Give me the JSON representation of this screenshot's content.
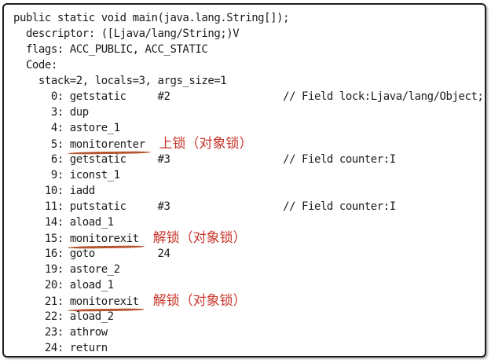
{
  "colors": {
    "annotation_text": "#c8352b",
    "underline": "#b5542e",
    "code_text": "#1b1b1b",
    "border": "#1c1c1c",
    "background": "#ffffff"
  },
  "code": {
    "language": "java-bytecode",
    "lines": [
      {
        "text": "public static void main(java.lang.String[]);"
      },
      {
        "text": "  descriptor: ([Ljava/lang/String;)V"
      },
      {
        "text": "  flags: ACC_PUBLIC, ACC_STATIC"
      },
      {
        "text": "  Code:"
      },
      {
        "text": "    stack=2, locals=3, args_size=1"
      },
      {
        "text": "      0: getstatic     #2                  // Field lock:Ljava/lang/Object;"
      },
      {
        "text": "      3: dup"
      },
      {
        "text": "      4: astore_1"
      },
      {
        "text": "      5: monitorenter",
        "underline_word": "monitorenter",
        "annotation": "上锁（对象锁）"
      },
      {
        "text": "      6: getstatic     #3                  // Field counter:I"
      },
      {
        "text": "      9: iconst_1"
      },
      {
        "text": "     10: iadd"
      },
      {
        "text": "     11: putstatic     #3                  // Field counter:I"
      },
      {
        "text": "     14: aload_1"
      },
      {
        "text": "     15: monitorexit",
        "underline_word": "monitorexit",
        "annotation": "解锁（对象锁）"
      },
      {
        "text": "     16: goto          24"
      },
      {
        "text": "     19: astore_2"
      },
      {
        "text": "     20: aload_1"
      },
      {
        "text": "     21: monitorexit",
        "underline_word": "monitorexit",
        "annotation": "解锁（对象锁）"
      },
      {
        "text": "     22: aload_2"
      },
      {
        "text": "     23: athrow"
      },
      {
        "text": "     24: return"
      }
    ]
  }
}
